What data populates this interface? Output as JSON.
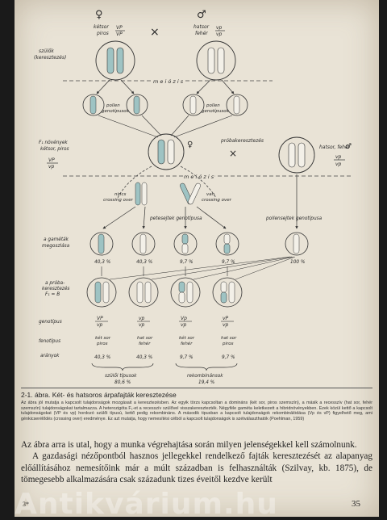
{
  "diagram": {
    "female_symbol": "♀",
    "male_symbol": "♂",
    "cross_symbol": "×",
    "parent_female": {
      "line1": "kétsor",
      "line2": "piros",
      "geno_top": "VP",
      "geno_bot": "VP"
    },
    "parent_male": {
      "line1": "hatsor",
      "line2": "fehér",
      "geno_top": "vp",
      "geno_bot": "vp"
    },
    "szulok_label": "szülők\n(keresztezés)",
    "meiozis_label": "— m e i ó z i s —",
    "meiozis_label2": "— m e i ó z i s —",
    "pollen_genotipus_label": "pollen\ngenotípusok",
    "petesejtek_genotipus_left": "petesejtek\ngenotípusa",
    "f1_label": "F₁ növények\nkétsor, piros",
    "f1_geno_top": "VP",
    "f1_geno_bot": "vp",
    "probakeresztezes_label": "próbakeresztezés",
    "tester_label_line1": "hatsor, fehér",
    "tester_geno_top": "vp",
    "tester_geno_bot": "vp",
    "nincs_crossing_over": "nincs\ncrossing over",
    "van_crossing_over": "van\ncrossing over",
    "petesejtek_genotipusa": "petesejtek genotípusa",
    "pollensejtek_genotipusa": "pollensejtek genotípusa",
    "gameta_label": "a gaméták\nmegoszlása",
    "gamete_percents": [
      "40,3 %",
      "40,3 %",
      "9,7 %",
      "9,7 %",
      "100 %"
    ],
    "probakeresztezes_f1_label": "a próba-\nkeresztezés\nF₁ = B",
    "genotipus_label": "genotípus",
    "fenotipus_label": "fenotípus",
    "aranyok_label": "arányok",
    "offspring": [
      {
        "geno_top": "VP",
        "geno_bot": "vp",
        "pheno": "két sor\npiros",
        "ratio": "40,3 %"
      },
      {
        "geno_top": "vp",
        "geno_bot": "vp",
        "pheno": "hat sor\nfehér",
        "ratio": "40,3 %"
      },
      {
        "geno_top": "Vp",
        "geno_bot": "vp",
        "pheno": "két sor\nfehér",
        "ratio": "9,7 %"
      },
      {
        "geno_top": "vP",
        "geno_bot": "vp",
        "pheno": "hat sor\npiros",
        "ratio": "9,7 %"
      }
    ],
    "szuloi_tipusok": "szülői típusok",
    "szuloi_percent": "80,6 %",
    "rekombinansok": "rekombinánsok",
    "rekomb_percent": "19,4 %"
  },
  "caption": {
    "title": "2-1. ábra. Két- és hatsoros árpafajták keresztezése",
    "body": "Az ábra jól mutatja a kapcsolt tulajdonságok mozgásait a keresztezésben. Az egyik törzs kapcsoltan a domináns (két sor, piros szemszín), a másik a recesszív (hat sor, fehér szemszín) tulajdonságokat tartalmazza. A heterozigóta F₁-et a recesszív szülővel visszakeresztezték. Négyféle gaméta keletkezett a hibridnövényekben. Ezek közül kettő a kapcsolt tulajdonságokat (VP és vp) hordozó szülői típusú, kettő pedig rekombináns. A második tipusban a kapcsolt tulajdonságok rekombinálódása (Vp és vP) figyelhető meg, ami génkicserélődés (crossing over) eredménye. Ez azt mutatja, hogy nemesítési célból a kapcsolt tulajdonságok is szétválaszthatók (Poehlman, 1959)"
  },
  "body": {
    "p1": "Az ábra arra is utal, hogy a munka végrehajtása során milyen jelenségekkel kell számolnunk.",
    "p2": "A gazdasági nézőpontból hasznos jellegekkel rendelkező fajták keresztezését az alapanyag előállításához nemesítőink már a múlt században is felhasználták (Szilvay, kb. 1875), de tömegesebb alkalmazására csak századunk tizes éveitől kezdve került"
  },
  "footer": {
    "signature": "3*",
    "page_number": "35",
    "watermark": "Antikvárium.hu"
  }
}
